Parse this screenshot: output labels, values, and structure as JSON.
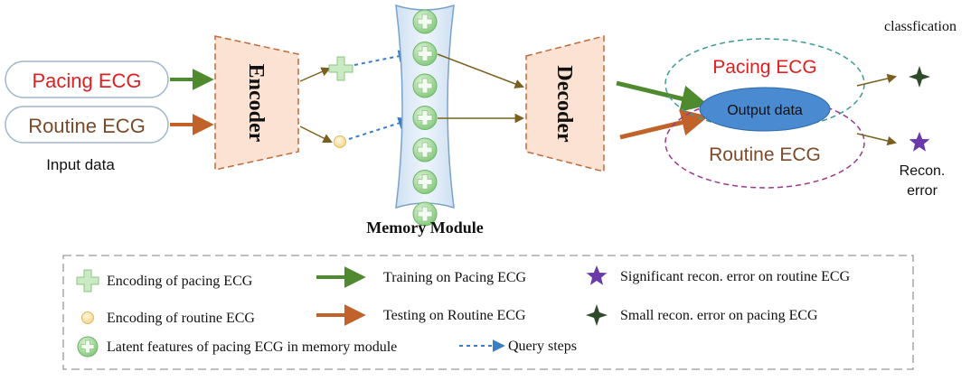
{
  "inputs": {
    "pacing": "Pacing ECG",
    "routine": "Routine ECG",
    "caption": "Input data"
  },
  "encoder": {
    "label": "Encoder"
  },
  "decoder": {
    "label": "Decoder"
  },
  "memory": {
    "label": "Memory Module",
    "cell_count": 7
  },
  "output": {
    "center": "Output data",
    "pacing": "Pacing ECG",
    "routine": "Routine ECG",
    "classification": "classfication",
    "recon_line1": "Recon.",
    "recon_line2": "error"
  },
  "legend": {
    "enc_pacing": "Encoding of pacing ECG",
    "enc_routine": "Encoding of routine ECG",
    "latent": "Latent features of pacing ECG in memory module",
    "train": "Training on Pacing ECG",
    "test": "Testing on Routine ECG",
    "query": "Query steps",
    "sig_err": "Significant recon. error on routine ECG",
    "small_err": "Small recon. error on pacing ECG"
  },
  "colors": {
    "green_arrow": "#4f8a2f",
    "orange_arrow": "#c1622a",
    "brown_arrow": "#7a6020",
    "query_blue": "#3a7fc4",
    "trapezoid_fill": "#fbe2d2",
    "trapezoid_stroke": "#c16a3b",
    "memory_fill": "#dde9f6",
    "memory_stroke": "#7aa3c9",
    "cell_fill": "#9bd394",
    "output_blue": "#4a8ad0",
    "pacing_red": "#e02020",
    "routine_brown": "#7a4a2a",
    "star_dark": "#2f4a2a",
    "star_purple": "#6a3aa8"
  }
}
